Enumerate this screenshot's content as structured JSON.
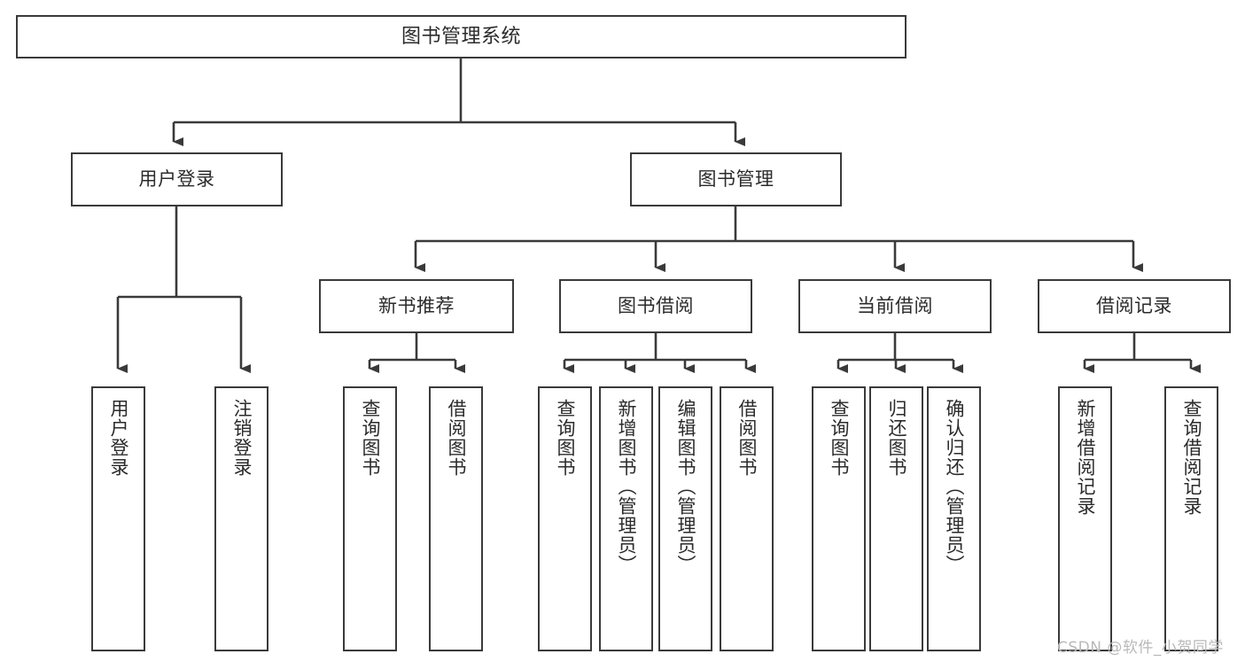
{
  "diagram": {
    "title": "图书管理系统",
    "type": "functional-structure-tree",
    "watermark": "CSDN @软件_小贺同学",
    "colors": {
      "stroke": "#3a3a3a",
      "text": "#2b2b2b",
      "background": "#ffffff",
      "watermark": "#b9b9b9"
    },
    "root": {
      "label": "图书管理系统"
    },
    "tier1": [
      {
        "label": "用户登录"
      },
      {
        "label": "图书管理"
      }
    ],
    "tier2": [
      {
        "label": "新书推荐"
      },
      {
        "label": "图书借阅"
      },
      {
        "label": "当前借阅"
      },
      {
        "label": "借阅记录"
      }
    ],
    "leaves": {
      "user_login": [
        {
          "label": "用户登录"
        },
        {
          "label": "注销登录"
        }
      ],
      "new_book_recommend": [
        {
          "label": "查询图书"
        },
        {
          "label": "借阅图书"
        }
      ],
      "book_borrow": [
        {
          "label": "查询图书"
        },
        {
          "label": "新增图书（管理员）"
        },
        {
          "label": "编辑图书（管理员）"
        },
        {
          "label": "借阅图书"
        }
      ],
      "current_borrow": [
        {
          "label": "查询图书"
        },
        {
          "label": "归还图书"
        },
        {
          "label": "确认归还（管理员）"
        }
      ],
      "borrow_record": [
        {
          "label": "新增借阅记录"
        },
        {
          "label": "查询借阅记录"
        }
      ]
    }
  }
}
